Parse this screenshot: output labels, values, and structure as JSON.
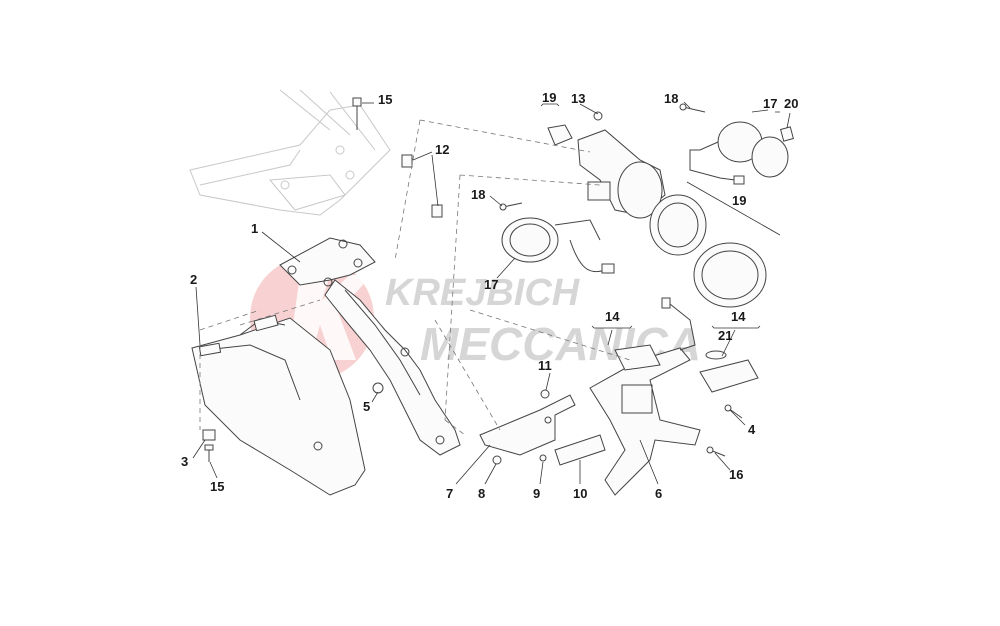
{
  "diagram": {
    "watermark": {
      "line1": "KREJBICH",
      "line2": "MECCANICA"
    },
    "callouts": {
      "c1": "1",
      "c2": "2",
      "c3": "3",
      "c4": "4",
      "c5": "5",
      "c6": "6",
      "c7": "7",
      "c8": "8",
      "c9": "9",
      "c10": "10",
      "c11": "11",
      "c12": "12",
      "c13": "13",
      "c14a": "14",
      "c14b": "14",
      "c15a": "15",
      "c15b": "15",
      "c16": "16",
      "c17a": "17",
      "c17b": "17",
      "c18a": "18",
      "c18b": "18",
      "c19a": "19",
      "c19b": "19",
      "c20": "20",
      "c21": "21"
    }
  }
}
